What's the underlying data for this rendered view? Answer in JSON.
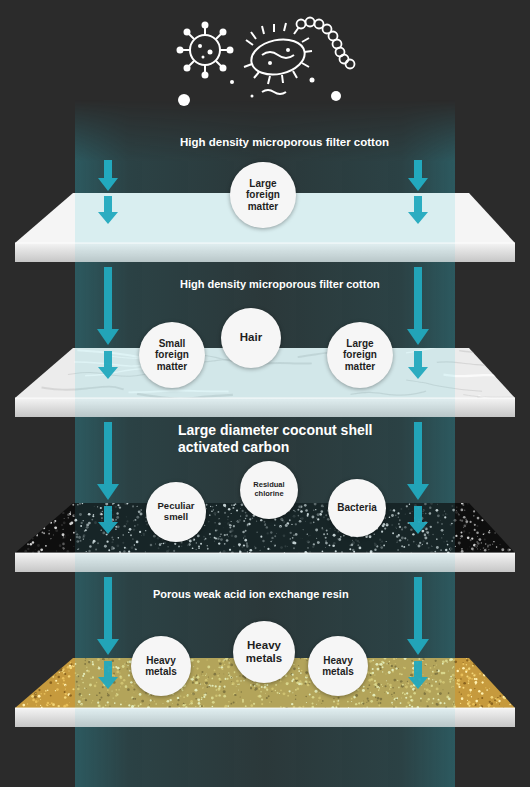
{
  "diagram": {
    "nodes": [
      {
        "text": [
          "High density microporous filter cotton"
        ]
      },
      {
        "text": [
          "Large foreign matter"
        ],
        "in": 0
      },
      {
        "text": [
          "High density microporous filter cotton"
        ]
      },
      {
        "text": [
          "Small foreign matter"
        ],
        "in": 2
      },
      {
        "text": [
          "Hair"
        ],
        "in": 2
      },
      {
        "text": [
          "Large foreign matter"
        ],
        "in": 2
      },
      {
        "text": [
          "Large diameter coconut shell activated carbon"
        ]
      },
      {
        "text": [
          "Peculiar smell"
        ],
        "in": 6
      },
      {
        "text": [
          "Residual chlorine"
        ],
        "in": 6
      },
      {
        "text": [
          "Bacteria"
        ],
        "in": 6
      },
      {
        "text": [
          "Porous weak acid ion exchange resin"
        ]
      },
      {
        "text": [
          "Heavy metals"
        ],
        "in": 10
      },
      {
        "text": [
          "Heavy metals"
        ],
        "in": 10
      },
      {
        "text": [
          "Heavy metals"
        ],
        "in": 10
      }
    ],
    "edges": [
      {
        "from": 0,
        "to": 2,
        "arrow": "to"
      },
      {
        "from": 0,
        "to": 2,
        "arrow": "to"
      },
      {
        "from": 2,
        "to": 6,
        "arrow": "to"
      },
      {
        "from": 2,
        "to": 6,
        "arrow": "to"
      },
      {
        "from": 6,
        "to": 10,
        "arrow": "to"
      },
      {
        "from": 6,
        "to": 10,
        "arrow": "to"
      }
    ]
  }
}
